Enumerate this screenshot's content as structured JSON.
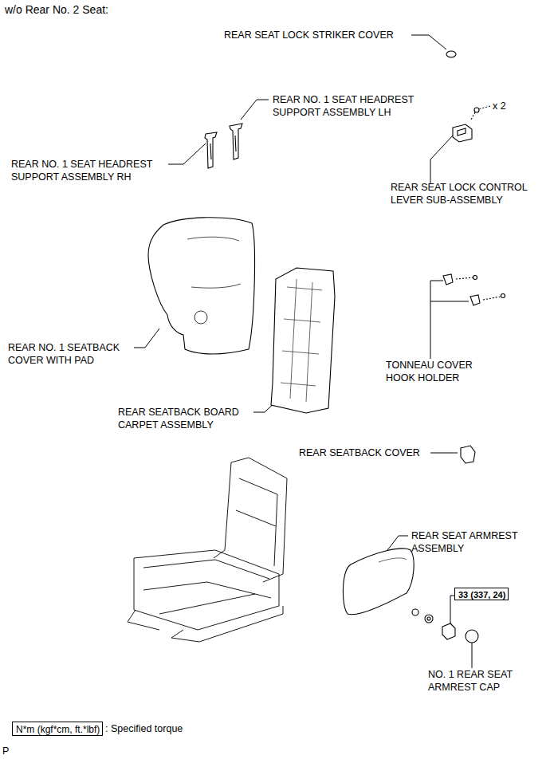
{
  "diagram": {
    "title": "w/o Rear No. 2 Seat:",
    "nodes": [
      {
        "text": [
          "33 (337, 24)"
        ]
      },
      {
        "text": [
          "N*m (kgf*cm, ft.*lbf)"
        ]
      }
    ],
    "labels": [
      "REAR SEAT LOCK STRIKER COVER",
      "REAR NO. 1 SEAT HEADREST SUPPORT ASSEMBLY LH",
      "x 2",
      "REAR NO. 1 SEAT HEADREST SUPPORT ASSEMBLY RH",
      "REAR SEAT LOCK CONTROL LEVER SUB-ASSEMBLY",
      "REAR NO. 1 SEATBACK COVER WITH PAD",
      "TONNEAU COVER HOOK HOLDER",
      "REAR SEATBACK BOARD CARPET ASSEMBLY",
      "REAR SEATBACK COVER",
      "REAR SEAT ARMREST ASSEMBLY",
      "NO. 1 REAR SEAT ARMREST CAP",
      ": Specified torque",
      "P"
    ]
  }
}
